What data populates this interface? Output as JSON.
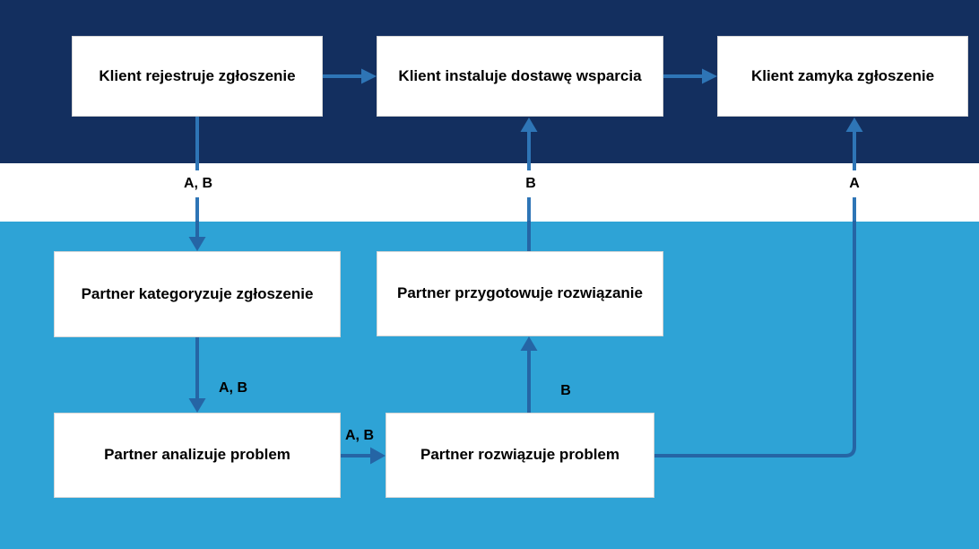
{
  "diagram": {
    "type": "swimlane-flowchart",
    "lanes": [
      {
        "id": "klient-lane",
        "color": "#132f5f"
      },
      {
        "id": "partner-lane",
        "color": "#2ea3d6"
      }
    ],
    "nodes": [
      {
        "label": "Klient rejestruje zgłoszenie",
        "lane": "klient-lane"
      },
      {
        "label": "Klient instaluje dostawę wsparcia",
        "lane": "klient-lane"
      },
      {
        "label": "Klient zamyka zgłoszenie",
        "lane": "klient-lane"
      },
      {
        "label": "Partner kategoryzuje zgłoszenie",
        "lane": "partner-lane"
      },
      {
        "label": "Partner przygotowuje rozwiązanie",
        "lane": "partner-lane"
      },
      {
        "label": "Partner analizuje problem",
        "lane": "partner-lane"
      },
      {
        "label": "Partner rozwiązuje problem",
        "lane": "partner-lane"
      }
    ],
    "edges": [
      {
        "from": "Klient rejestruje zgłoszenie",
        "to": "Klient instaluje dostawę wsparcia",
        "label": ""
      },
      {
        "from": "Klient instaluje dostawę wsparcia",
        "to": "Klient zamyka zgłoszenie",
        "label": ""
      },
      {
        "from": "Klient rejestruje zgłoszenie",
        "to": "Partner kategoryzuje zgłoszenie",
        "label": "A, B"
      },
      {
        "from": "Partner kategoryzuje zgłoszenie",
        "to": "Partner analizuje problem",
        "label": "A, B"
      },
      {
        "from": "Partner analizuje problem",
        "to": "Partner rozwiązuje problem",
        "label": "A, B"
      },
      {
        "from": "Partner rozwiązuje problem",
        "to": "Partner przygotowuje rozwiązanie",
        "label": "B"
      },
      {
        "from": "Partner przygotowuje rozwiązanie",
        "to": "Klient instaluje dostawę wsparcia",
        "label": "B"
      },
      {
        "from": "Partner rozwiązuje problem",
        "to": "Klient zamyka zgłoszenie",
        "label": "A"
      }
    ],
    "colors": {
      "lane_top": "#132f5f",
      "lane_bottom": "#2ea3d6",
      "connector_bright": "#2e75b6",
      "connector_dark": "#2565a5",
      "node_bg": "#ffffff",
      "node_border": "#d6d6d6",
      "text": "#000000"
    }
  }
}
